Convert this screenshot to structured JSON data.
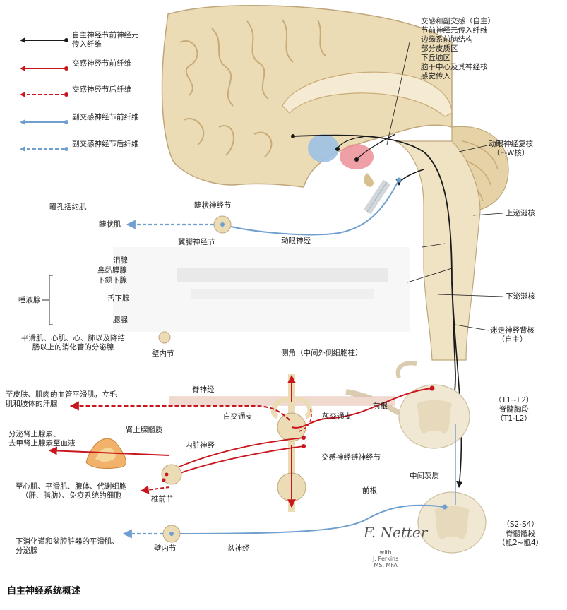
{
  "legend": [
    {
      "text_1": "自主神经节前神经元",
      "text_2": "传入纤维",
      "color": "#1a1a1a",
      "dashed": false
    },
    {
      "text_1": "交感神经节前纤维",
      "text_2": "",
      "color": "#c8161d",
      "dashed": false
    },
    {
      "text_1": "交感神经节后纤维",
      "text_2": "",
      "color": "#c8161d",
      "dashed": true
    },
    {
      "text_1": "副交感神经节前纤维",
      "text_2": "",
      "color": "#6e9fcf",
      "dashed": false
    },
    {
      "text_1": "副交感神经节后纤维",
      "text_2": "",
      "color": "#6e9fcf",
      "dashed": true
    }
  ],
  "brain_note": {
    "line_1": "交感和副交感（自主）",
    "line_2": "节前神经元传入纤维",
    "line_3": "边缘系前脑结构",
    "line_4": "部分皮质区",
    "line_5": "下丘脑区",
    "line_6": "脑干中心及其神经核",
    "line_7": "感觉传入"
  },
  "labels": {
    "ew_nucleus_1": "动眼神经复核",
    "ew_nucleus_2": "（E-W核）",
    "superior_salivatory": "上泌涎核",
    "inferior_salivatory": "下泌涎核",
    "vagus_dorsal_1": "迷走神经背核",
    "vagus_dorsal_2": "（自主）",
    "sphincter_pupillae": "瞳孔括约肌",
    "ciliary_ganglion": "睫状神经节",
    "ciliary_muscle": "睫状肌",
    "pterygopalatine_ganglion": "翼腭神经节",
    "oculomotor_nerve": "动眼神经",
    "lacrimal": "泪腺",
    "nasal_mucosa": "鼻黏膜腺",
    "submandibular": "下颌下腺",
    "sublingual": "舌下腺",
    "parotid": "腮腺",
    "salivary_glands": "唾液腺",
    "smooth_muscle_1": "平滑肌、心肌、心、肺以及降结",
    "smooth_muscle_2": "肠以上的消化管的分泌腺",
    "intramural_ganglion_top": "壁内节",
    "lateral_horn": "侧角（中间外侧细胞柱）",
    "spinal_nerve": "脊神经",
    "skin_targets_1": "至皮肤、肌肉的血管平滑肌，立毛",
    "skin_targets_2": "肌和肢体的汗腺",
    "white_ramus": "白交通支",
    "gray_ramus": "灰交通支",
    "anterior_root_top": "前根",
    "thoracic_1": "（T1~L2）",
    "thoracic_2": "脊髓胸段",
    "thoracic_3": "（T1-L2）",
    "adrenal_1": "分泌肾上腺素、",
    "adrenal_2": "去甲肾上腺素至血液",
    "adrenal_medulla": "肾上腺髓质",
    "splanchnic": "内脏神经",
    "sympathetic_chain": "交感神经链神经节",
    "intermediate_gray": "中间灰质",
    "organ_targets_1": "至心肌、平滑肌、腺体、代谢细胞",
    "organ_targets_2": "（肝、脂肪）、免疫系统的细胞",
    "prevertebral": "椎前节",
    "anterior_root_bottom": "前根",
    "sacral_1": "（S2-S4）",
    "sacral_2": "脊髓骶段",
    "sacral_3": "（骶2~骶4）",
    "pelvic_targets_1": "下消化道和盆腔脏器的平滑肌、",
    "pelvic_targets_2": "分泌腺",
    "intramural_ganglion_bottom": "壁内节",
    "pelvic_nerve": "盆神经",
    "signature_1": "F. Netter",
    "signature_2": "with",
    "signature_3": "J. Perkins",
    "signature_4": "MS, MFA"
  },
  "caption": "自主神经系统概述",
  "colors": {
    "sympathetic": "#c8161d",
    "parasympathetic": "#6e9fcf",
    "preganglionic_neuron": "#1a1a1a",
    "brain": "#ecdcb6",
    "brain_fold": "#d8c08e",
    "spinal_cord": "#f1e8d4"
  }
}
